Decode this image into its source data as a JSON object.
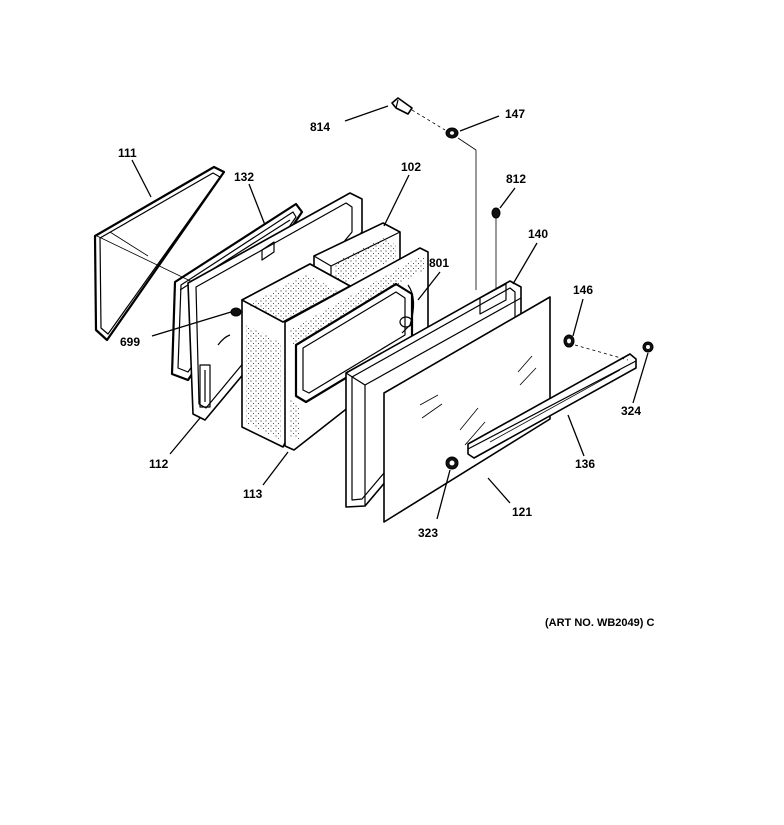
{
  "callouts": {
    "p111": "111",
    "p132": "132",
    "p102": "102",
    "p814": "814",
    "p147": "147",
    "p812": "812",
    "p140": "140",
    "p801": "801",
    "p699": "699",
    "p146": "146",
    "p324": "324",
    "p112": "112",
    "p113": "113",
    "p136": "136",
    "p121": "121",
    "p323": "323"
  },
  "caption": "(ART NO. WB2049) C"
}
